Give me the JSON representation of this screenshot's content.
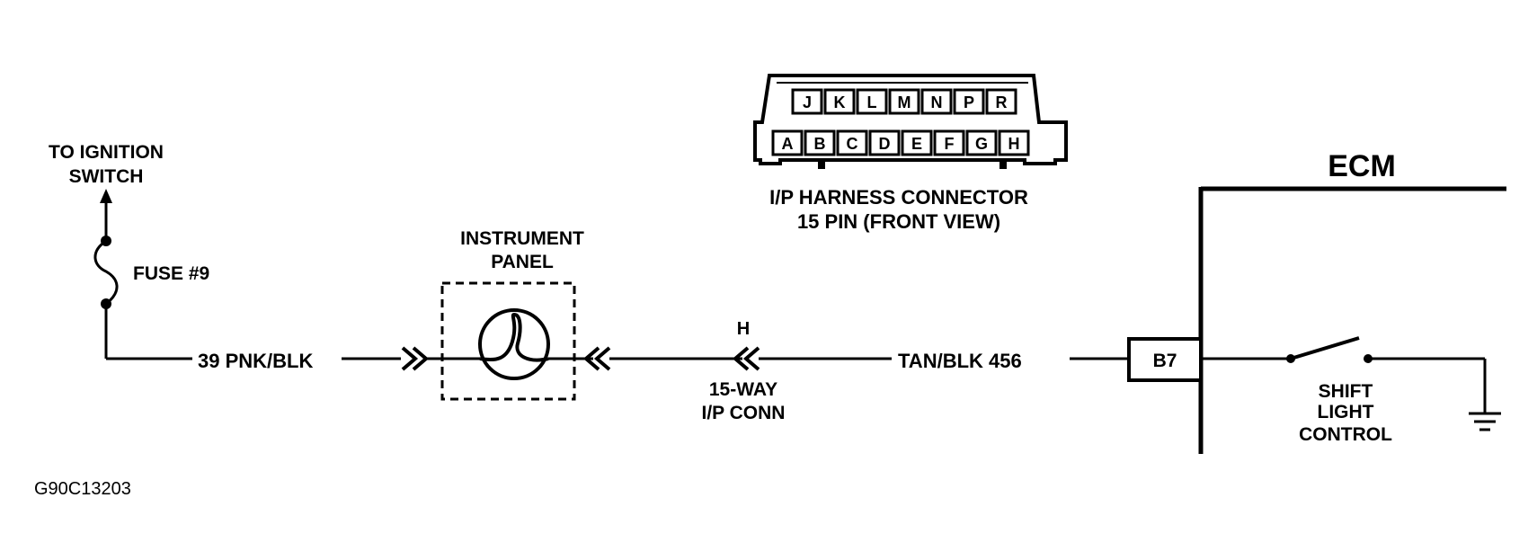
{
  "ignition": {
    "line1": "TO IGNITION",
    "line2": "SWITCH"
  },
  "fuse": {
    "label": "FUSE #9"
  },
  "wire_left": {
    "label": "39 PNK/BLK"
  },
  "instrument_panel": {
    "line1": "INSTRUMENT",
    "line2": "PANEL"
  },
  "connector": {
    "pin": "H",
    "line1": "15-WAY",
    "line2": "I/P CONN",
    "title_line1": "I/P HARNESS CONNECTOR",
    "title_line2": "15 PIN (FRONT VIEW)",
    "top_pins": [
      "J",
      "K",
      "L",
      "M",
      "N",
      "P",
      "R"
    ],
    "bottom_pins": [
      "A",
      "B",
      "C",
      "D",
      "E",
      "F",
      "G",
      "H"
    ]
  },
  "wire_right": {
    "label": "TAN/BLK 456"
  },
  "ecm": {
    "label": "ECM",
    "terminal": "B7"
  },
  "shift_light": {
    "line1": "SHIFT",
    "line2": "LIGHT",
    "line3": "CONTROL"
  },
  "figure_code": "G90C13203"
}
